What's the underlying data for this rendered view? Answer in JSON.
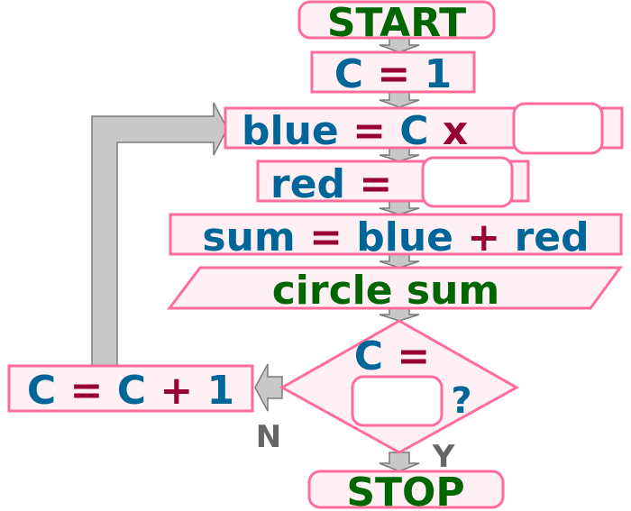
{
  "start": "START",
  "init": {
    "var": "C",
    "op": "=",
    "val": "1"
  },
  "blue_step": {
    "var": "blue",
    "op": "=",
    "c": "C",
    "times": "x"
  },
  "red_step": {
    "var": "red",
    "op": "="
  },
  "sum_step": {
    "var": "sum",
    "op": "=",
    "a": "blue",
    "plus": "+",
    "b": "red"
  },
  "output": "circle sum",
  "decision": {
    "var": "C",
    "op": "=",
    "q": "?"
  },
  "increment": {
    "c1": "C",
    "op": "=",
    "c2": "C",
    "plus": "+",
    "one": "1"
  },
  "no_label": "N",
  "yes_label": "Y",
  "stop": "STOP",
  "colors": {
    "variable": "#006699",
    "operator": "#990033",
    "terminal": "#006600",
    "border": "#ff6b9a",
    "fill": "#fff0f6"
  }
}
